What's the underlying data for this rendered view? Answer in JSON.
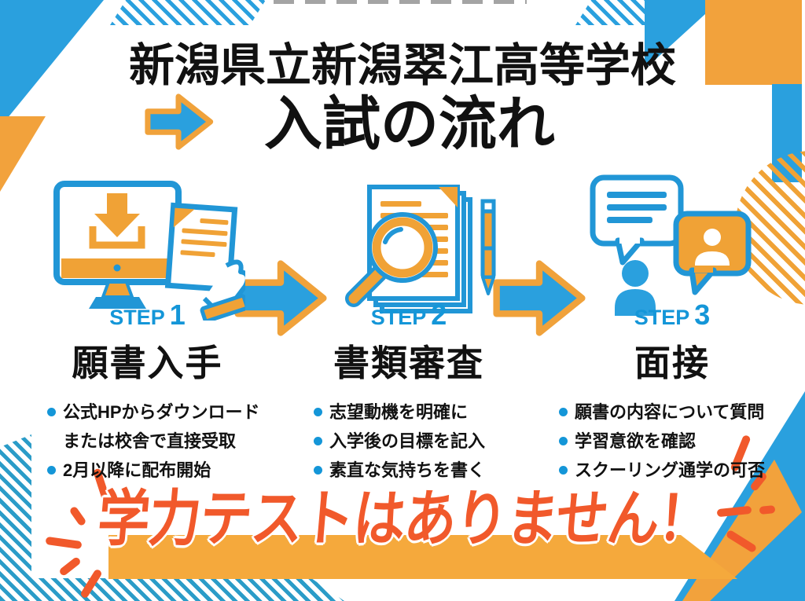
{
  "header": {
    "school_name": "新潟県立新潟翠江高等学校",
    "title": "入試の流れ",
    "arrow_icon": "right-arrow-icon"
  },
  "steps": [
    {
      "label": "STEP",
      "number": "1",
      "title": "願書入手",
      "icon": "download-document-icon",
      "bullets": [
        [
          "公式HPからダウンロード",
          "または校舎で直接受取"
        ],
        [
          "2月以降に配布開始"
        ]
      ]
    },
    {
      "label": "STEP",
      "number": "2",
      "title": "書類審査",
      "icon": "document-review-magnifier-icon",
      "bullets": [
        [
          "志望動機を明確に"
        ],
        [
          "入学後の目標を記入"
        ],
        [
          "素直な気持ちを書く"
        ]
      ]
    },
    {
      "label": "STEP",
      "number": "3",
      "title": "面接",
      "icon": "interview-speech-bubbles-icon",
      "bullets": [
        [
          "願書の内容について質問"
        ],
        [
          "学習意欲を確認"
        ],
        [
          "スクーリング通学の可否"
        ]
      ]
    }
  ],
  "banner": {
    "text": "学力テストはありません！"
  },
  "colors": {
    "blue": "#2AA0DE",
    "stripe_blue": "#2B9CC8",
    "amber": "#F2A23C",
    "banner_bar": "#F5A93C",
    "accent_orange": "#F1592B",
    "step_label_blue": "#1496D8",
    "text_black": "#111111"
  }
}
